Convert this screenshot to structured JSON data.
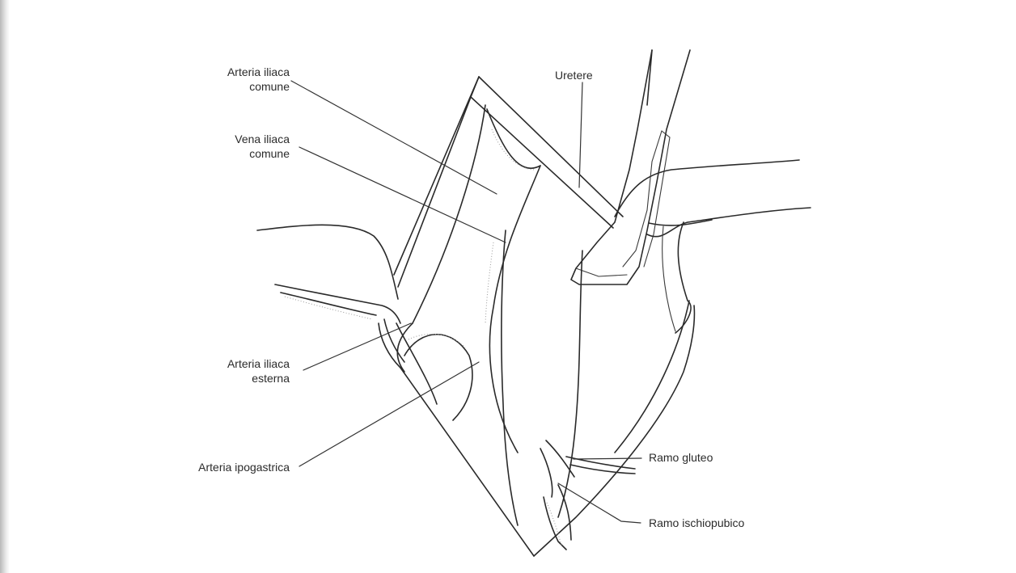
{
  "labels": {
    "arteria_iliaca_comune": [
      "Arteria iliaca",
      "comune"
    ],
    "vena_iliaca_comune": [
      "Vena iliaca",
      "comune"
    ],
    "arteria_iliaca_esterna": [
      "Arteria iliaca",
      "esterna"
    ],
    "arteria_ipogastrica": "Arteria ipogastrica",
    "uretere": "Uretere",
    "ramo_gluteo": "Ramo gluteo",
    "ramo_ischiopubico": "Ramo ischiopubico"
  }
}
